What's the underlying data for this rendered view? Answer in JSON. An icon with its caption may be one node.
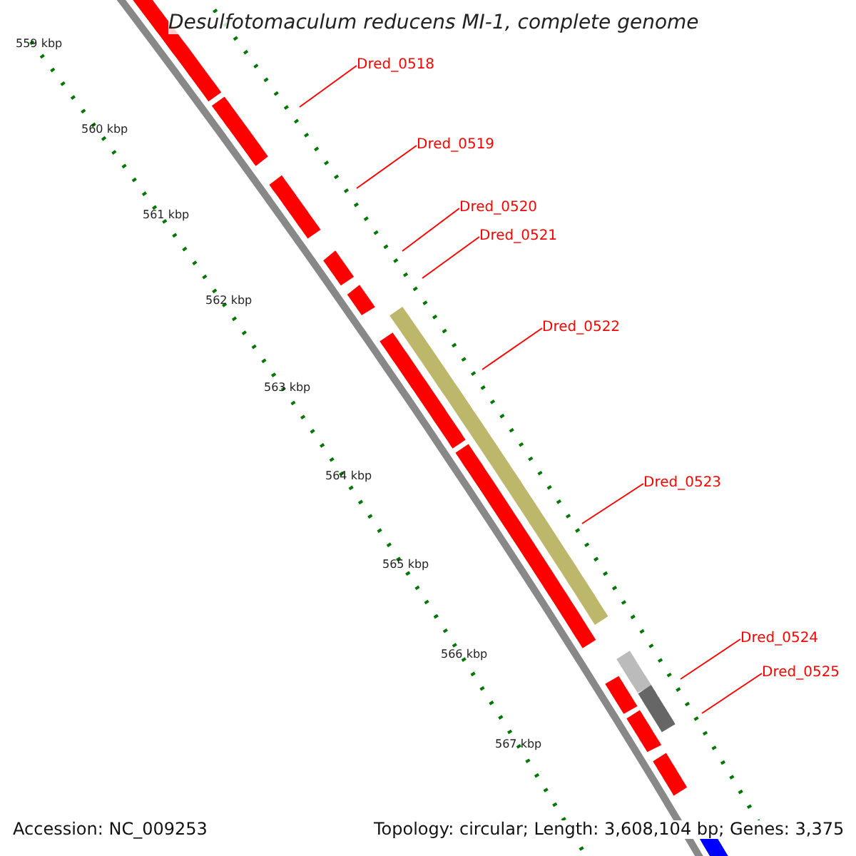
{
  "diagram": {
    "title": "Desulfotomaculum reducens MI-1, complete genome",
    "nodes": [
      {
        "text": [
          "Dred_0518"
        ]
      },
      {
        "text": [
          "Dred_0519"
        ]
      },
      {
        "text": [
          "Dred_0520"
        ]
      },
      {
        "text": [
          "Dred_0521"
        ]
      },
      {
        "text": [
          "Dred_0522"
        ]
      },
      {
        "text": [
          "Dred_0523"
        ]
      },
      {
        "text": [
          "Dred_0524"
        ]
      },
      {
        "text": [
          "Dred_0525"
        ]
      }
    ],
    "edges": [
      {
        "from": 0,
        "to": null,
        "arrow": "none"
      },
      {
        "from": 1,
        "to": null,
        "arrow": "none"
      },
      {
        "from": 2,
        "to": null,
        "arrow": "none"
      },
      {
        "from": 3,
        "to": null,
        "arrow": "none"
      },
      {
        "from": 4,
        "to": null,
        "arrow": "none"
      },
      {
        "from": 5,
        "to": null,
        "arrow": "none"
      },
      {
        "from": 6,
        "to": null,
        "arrow": "none"
      },
      {
        "from": 7,
        "to": null,
        "arrow": "none"
      }
    ],
    "labels": [
      "559 kbp",
      "560 kbp",
      "561 kbp",
      "562 kbp",
      "563 kbp",
      "564 kbp",
      "565 kbp",
      "566 kbp",
      "567 kbp",
      "Accession: NC_009253",
      "Topology: circular; Length: 3,608,104 bp; Genes: 3,375"
    ]
  }
}
